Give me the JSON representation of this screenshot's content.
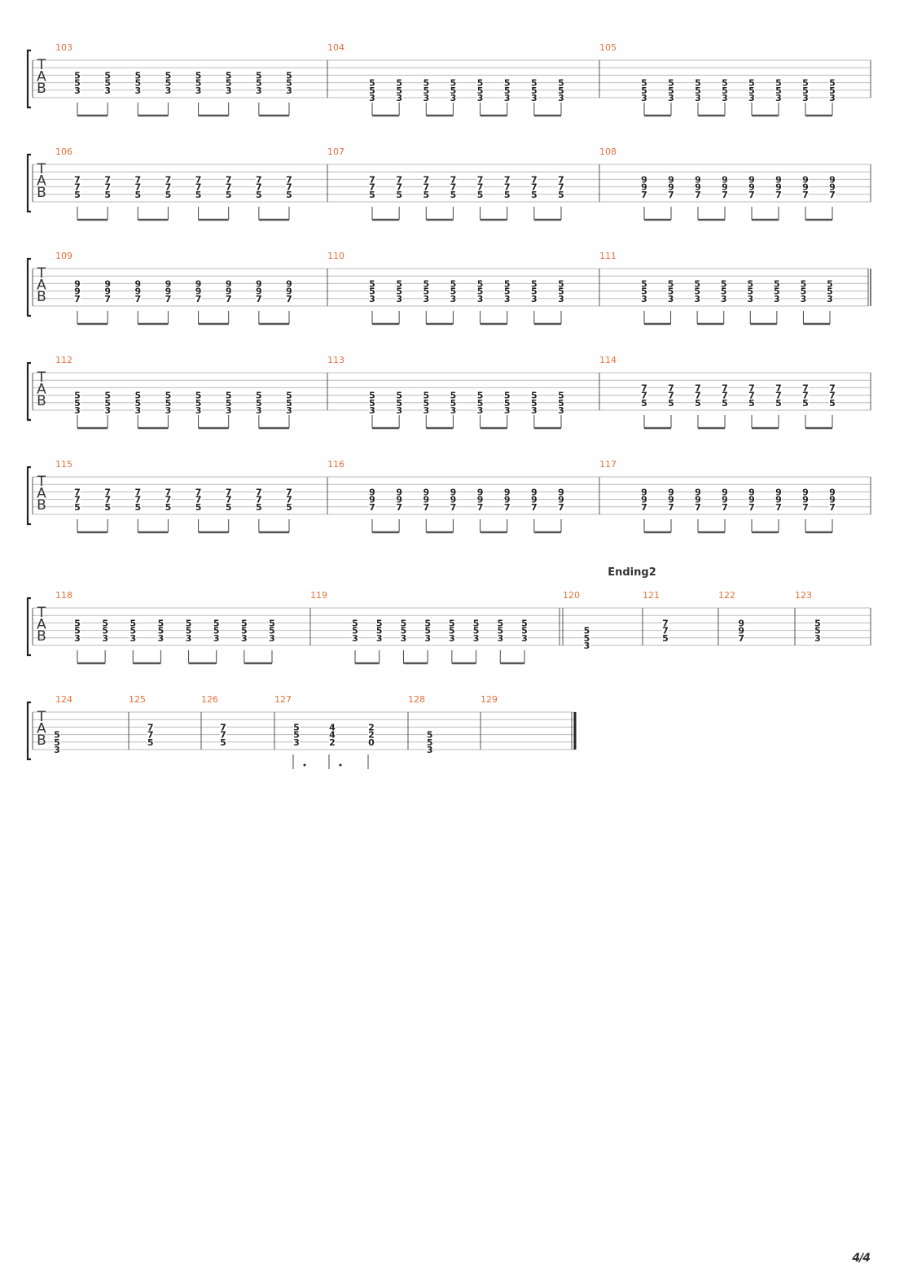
{
  "document": {
    "type": "guitar-tablature",
    "page_number": "4/4"
  },
  "tab_clef": [
    "T",
    "A",
    "B"
  ],
  "colors": {
    "measure_number": "#e8703a",
    "notes": "#222222",
    "lines": "#bbbbbb",
    "barline": "#555555"
  },
  "section_label": "Ending2",
  "systems": [
    {
      "measures": [
        {
          "number": "103",
          "chords": [
            [
              "5",
              "5",
              "3"
            ],
            [
              "5",
              "5",
              "3"
            ],
            [
              "5",
              "5",
              "3"
            ],
            [
              "5",
              "5",
              "3"
            ],
            [
              "5",
              "5",
              "3"
            ],
            [
              "5",
              "5",
              "3"
            ],
            [
              "5",
              "5",
              "3"
            ],
            [
              "5",
              "5",
              "3"
            ]
          ],
          "top_string": 3,
          "stems": "beamed-pairs"
        },
        {
          "number": "104",
          "chords": [
            [
              "5",
              "5",
              "3"
            ],
            [
              "5",
              "5",
              "3"
            ],
            [
              "5",
              "5",
              "3"
            ],
            [
              "5",
              "5",
              "3"
            ],
            [
              "5",
              "5",
              "3"
            ],
            [
              "5",
              "5",
              "3"
            ],
            [
              "5",
              "5",
              "3"
            ],
            [
              "5",
              "5",
              "3"
            ]
          ],
          "top_string": 4,
          "stems": "beamed-pairs"
        },
        {
          "number": "105",
          "chords": [
            [
              "5",
              "5",
              "3"
            ],
            [
              "5",
              "5",
              "3"
            ],
            [
              "5",
              "5",
              "3"
            ],
            [
              "5",
              "5",
              "3"
            ],
            [
              "5",
              "5",
              "3"
            ],
            [
              "5",
              "5",
              "3"
            ],
            [
              "5",
              "5",
              "3"
            ],
            [
              "5",
              "5",
              "3"
            ]
          ],
          "top_string": 4,
          "stems": "beamed-pairs"
        }
      ]
    },
    {
      "measures": [
        {
          "number": "106",
          "chords": [
            [
              "7",
              "7",
              "5"
            ],
            [
              "7",
              "7",
              "5"
            ],
            [
              "7",
              "7",
              "5"
            ],
            [
              "7",
              "7",
              "5"
            ],
            [
              "7",
              "7",
              "5"
            ],
            [
              "7",
              "7",
              "5"
            ],
            [
              "7",
              "7",
              "5"
            ],
            [
              "7",
              "7",
              "5"
            ]
          ],
          "top_string": 3,
          "stems": "beamed-pairs"
        },
        {
          "number": "107",
          "chords": [
            [
              "7",
              "7",
              "5"
            ],
            [
              "7",
              "7",
              "5"
            ],
            [
              "7",
              "7",
              "5"
            ],
            [
              "7",
              "7",
              "5"
            ],
            [
              "7",
              "7",
              "5"
            ],
            [
              "7",
              "7",
              "5"
            ],
            [
              "7",
              "7",
              "5"
            ],
            [
              "7",
              "7",
              "5"
            ]
          ],
          "top_string": 3,
          "stems": "beamed-pairs"
        },
        {
          "number": "108",
          "chords": [
            [
              "9",
              "9",
              "7"
            ],
            [
              "9",
              "9",
              "7"
            ],
            [
              "9",
              "9",
              "7"
            ],
            [
              "9",
              "9",
              "7"
            ],
            [
              "9",
              "9",
              "7"
            ],
            [
              "9",
              "9",
              "7"
            ],
            [
              "9",
              "9",
              "7"
            ],
            [
              "9",
              "9",
              "7"
            ]
          ],
          "top_string": 3,
          "stems": "beamed-pairs"
        }
      ]
    },
    {
      "end_bar": "double",
      "measures": [
        {
          "number": "109",
          "chords": [
            [
              "9",
              "9",
              "7"
            ],
            [
              "9",
              "9",
              "7"
            ],
            [
              "9",
              "9",
              "7"
            ],
            [
              "9",
              "9",
              "7"
            ],
            [
              "9",
              "9",
              "7"
            ],
            [
              "9",
              "9",
              "7"
            ],
            [
              "9",
              "9",
              "7"
            ],
            [
              "9",
              "9",
              "7"
            ]
          ],
          "top_string": 3,
          "stems": "beamed-pairs"
        },
        {
          "number": "110",
          "chords": [
            [
              "5",
              "5",
              "3"
            ],
            [
              "5",
              "5",
              "3"
            ],
            [
              "5",
              "5",
              "3"
            ],
            [
              "5",
              "5",
              "3"
            ],
            [
              "5",
              "5",
              "3"
            ],
            [
              "5",
              "5",
              "3"
            ],
            [
              "5",
              "5",
              "3"
            ],
            [
              "5",
              "5",
              "3"
            ]
          ],
          "top_string": 3,
          "stems": "beamed-pairs"
        },
        {
          "number": "111",
          "chords": [
            [
              "5",
              "5",
              "3"
            ],
            [
              "5",
              "5",
              "3"
            ],
            [
              "5",
              "5",
              "3"
            ],
            [
              "5",
              "5",
              "3"
            ],
            [
              "5",
              "5",
              "3"
            ],
            [
              "5",
              "5",
              "3"
            ],
            [
              "5",
              "5",
              "3"
            ],
            [
              "5",
              "5",
              "3"
            ]
          ],
          "top_string": 3,
          "stems": "beamed-pairs"
        }
      ]
    },
    {
      "measures": [
        {
          "number": "112",
          "chords": [
            [
              "5",
              "5",
              "3"
            ],
            [
              "5",
              "5",
              "3"
            ],
            [
              "5",
              "5",
              "3"
            ],
            [
              "5",
              "5",
              "3"
            ],
            [
              "5",
              "5",
              "3"
            ],
            [
              "5",
              "5",
              "3"
            ],
            [
              "5",
              "5",
              "3"
            ],
            [
              "5",
              "5",
              "3"
            ]
          ],
          "top_string": 4,
          "stems": "beamed-pairs"
        },
        {
          "number": "113",
          "chords": [
            [
              "5",
              "5",
              "3"
            ],
            [
              "5",
              "5",
              "3"
            ],
            [
              "5",
              "5",
              "3"
            ],
            [
              "5",
              "5",
              "3"
            ],
            [
              "5",
              "5",
              "3"
            ],
            [
              "5",
              "5",
              "3"
            ],
            [
              "5",
              "5",
              "3"
            ],
            [
              "5",
              "5",
              "3"
            ]
          ],
          "top_string": 4,
          "stems": "beamed-pairs"
        },
        {
          "number": "114",
          "chords": [
            [
              "7",
              "7",
              "5"
            ],
            [
              "7",
              "7",
              "5"
            ],
            [
              "7",
              "7",
              "5"
            ],
            [
              "7",
              "7",
              "5"
            ],
            [
              "7",
              "7",
              "5"
            ],
            [
              "7",
              "7",
              "5"
            ],
            [
              "7",
              "7",
              "5"
            ],
            [
              "7",
              "7",
              "5"
            ]
          ],
          "top_string": 3,
          "stems": "beamed-pairs"
        }
      ]
    },
    {
      "measures": [
        {
          "number": "115",
          "chords": [
            [
              "7",
              "7",
              "5"
            ],
            [
              "7",
              "7",
              "5"
            ],
            [
              "7",
              "7",
              "5"
            ],
            [
              "7",
              "7",
              "5"
            ],
            [
              "7",
              "7",
              "5"
            ],
            [
              "7",
              "7",
              "5"
            ],
            [
              "7",
              "7",
              "5"
            ],
            [
              "7",
              "7",
              "5"
            ]
          ],
          "top_string": 3,
          "stems": "beamed-pairs"
        },
        {
          "number": "116",
          "chords": [
            [
              "9",
              "9",
              "7"
            ],
            [
              "9",
              "9",
              "7"
            ],
            [
              "9",
              "9",
              "7"
            ],
            [
              "9",
              "9",
              "7"
            ],
            [
              "9",
              "9",
              "7"
            ],
            [
              "9",
              "9",
              "7"
            ],
            [
              "9",
              "9",
              "7"
            ],
            [
              "9",
              "9",
              "7"
            ]
          ],
          "top_string": 3,
          "stems": "beamed-pairs"
        },
        {
          "number": "117",
          "chords": [
            [
              "9",
              "9",
              "7"
            ],
            [
              "9",
              "9",
              "7"
            ],
            [
              "9",
              "9",
              "7"
            ],
            [
              "9",
              "9",
              "7"
            ],
            [
              "9",
              "9",
              "7"
            ],
            [
              "9",
              "9",
              "7"
            ],
            [
              "9",
              "9",
              "7"
            ],
            [
              "9",
              "9",
              "7"
            ]
          ],
          "top_string": 3,
          "stems": "beamed-pairs"
        }
      ]
    },
    {
      "measures": [
        {
          "number": "118",
          "chords": [
            [
              "5",
              "5",
              "3"
            ],
            [
              "5",
              "5",
              "3"
            ],
            [
              "5",
              "5",
              "3"
            ],
            [
              "5",
              "5",
              "3"
            ],
            [
              "5",
              "5",
              "3"
            ],
            [
              "5",
              "5",
              "3"
            ],
            [
              "5",
              "5",
              "3"
            ],
            [
              "5",
              "5",
              "3"
            ]
          ],
          "top_string": 3,
          "stems": "beamed-pairs"
        },
        {
          "number": "119",
          "chords": [
            [
              "5",
              "5",
              "3"
            ],
            [
              "5",
              "5",
              "3"
            ],
            [
              "5",
              "5",
              "3"
            ],
            [
              "5",
              "5",
              "3"
            ],
            [
              "5",
              "5",
              "3"
            ],
            [
              "5",
              "5",
              "3"
            ],
            [
              "5",
              "5",
              "3"
            ],
            [
              "5",
              "5",
              "3"
            ]
          ],
          "top_string": 3,
          "stems": "beamed-pairs",
          "end_bar": "double"
        },
        {
          "number": "120",
          "chords": [
            [
              "5",
              "5",
              "3"
            ]
          ],
          "top_string": 4,
          "stems": "none",
          "section_start": true
        },
        {
          "number": "121",
          "chords": [
            [
              "7",
              "7",
              "5"
            ]
          ],
          "top_string": 3,
          "stems": "none"
        },
        {
          "number": "122",
          "chords": [
            [
              "9",
              "9",
              "7"
            ]
          ],
          "top_string": 3,
          "stems": "none"
        },
        {
          "number": "123",
          "chords": [
            [
              "5",
              "5",
              "3"
            ]
          ],
          "top_string": 3,
          "stems": "none"
        }
      ]
    },
    {
      "end_bar": "final",
      "measures": [
        {
          "number": "124",
          "chords": [
            [
              "5",
              "5",
              "3"
            ]
          ],
          "top_string": 4,
          "stems": "none"
        },
        {
          "number": "125",
          "chords": [
            [
              "7",
              "7",
              "5"
            ]
          ],
          "top_string": 3,
          "stems": "none"
        },
        {
          "number": "126",
          "chords": [
            [
              "7",
              "7",
              "5"
            ]
          ],
          "top_string": 3,
          "stems": "none"
        },
        {
          "number": "127",
          "chords": [
            [
              "5",
              "5",
              "3"
            ],
            [
              "4",
              "4",
              "2"
            ],
            [
              "2",
              "2",
              "0"
            ]
          ],
          "top_string": 3,
          "stems": "dotted"
        },
        {
          "number": "128",
          "chords": [
            [
              "5",
              "5",
              "3"
            ]
          ],
          "top_string": 4,
          "stems": "none"
        },
        {
          "number": "129",
          "chords": [],
          "top_string": 3,
          "stems": "none"
        }
      ]
    }
  ]
}
